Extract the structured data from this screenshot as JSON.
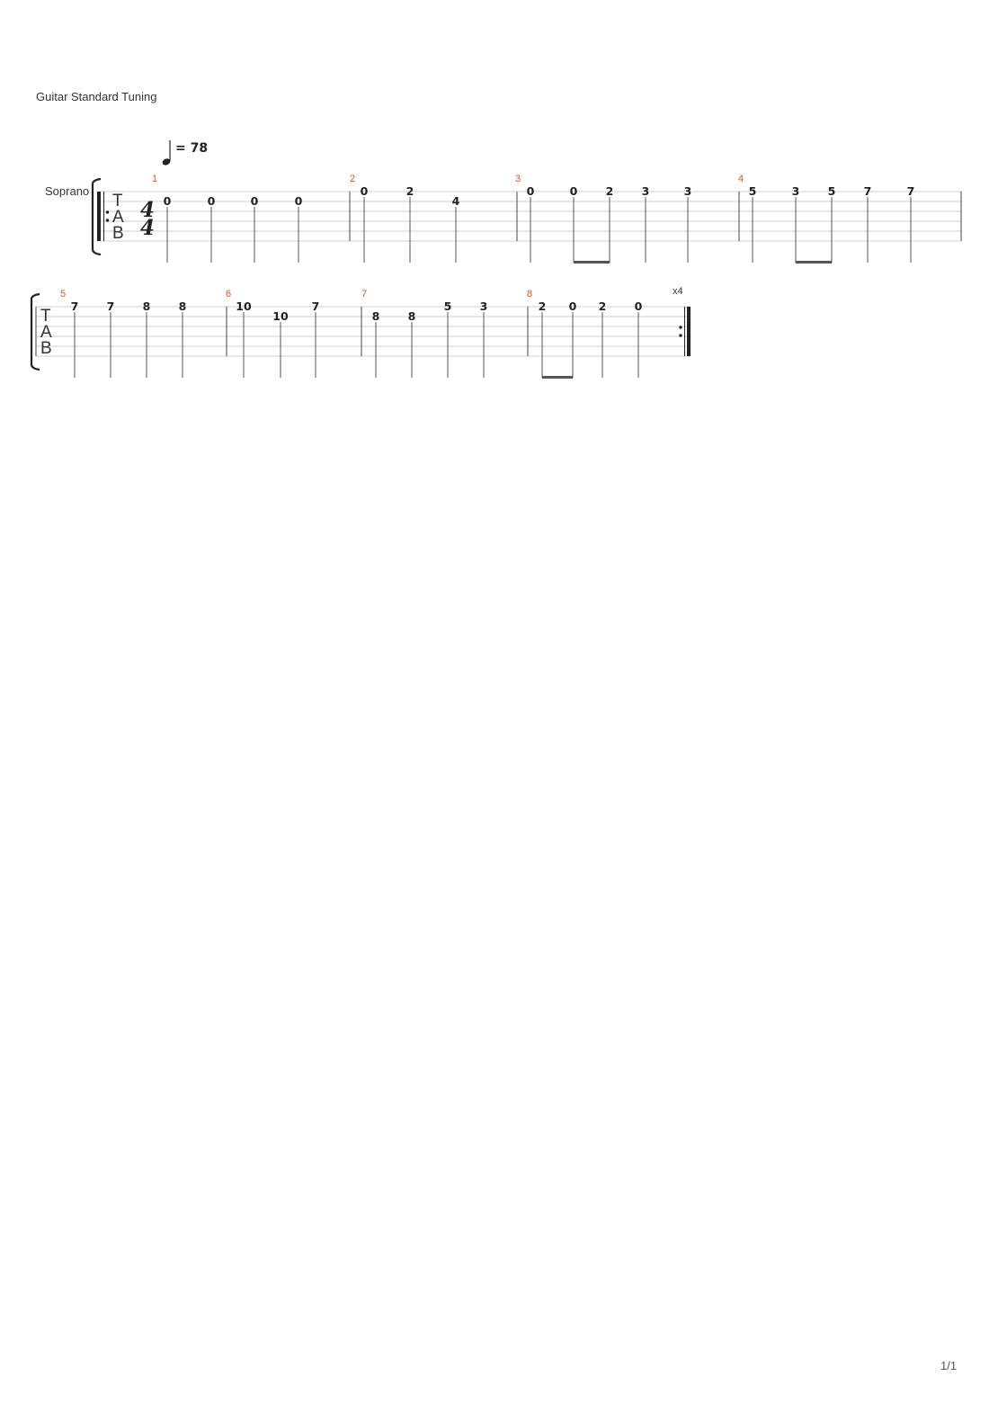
{
  "header": {
    "tuning": "Guitar Standard Tuning"
  },
  "tempo": {
    "symbol": "quarter-note",
    "value": "= 78"
  },
  "track": {
    "instrument": "Soprano"
  },
  "tab_clef": [
    "T",
    "A",
    "B"
  ],
  "time_signature": {
    "top": "4",
    "bottom": "4"
  },
  "repeat": {
    "count": "x4"
  },
  "measures": [
    {
      "number": "1",
      "notes": [
        "0",
        "0",
        "0",
        "0"
      ]
    },
    {
      "number": "2",
      "notes": [
        "0",
        "2",
        "4"
      ]
    },
    {
      "number": "3",
      "notes": [
        "0",
        "0",
        "2",
        "3",
        "3"
      ]
    },
    {
      "number": "4",
      "notes": [
        "5",
        "3",
        "5",
        "7",
        "7"
      ]
    },
    {
      "number": "5",
      "notes": [
        "7",
        "7",
        "8",
        "8"
      ]
    },
    {
      "number": "6",
      "notes": [
        "10",
        "10",
        "7"
      ]
    },
    {
      "number": "7",
      "notes": [
        "8",
        "8",
        "5",
        "3"
      ]
    },
    {
      "number": "8",
      "notes": [
        "2",
        "0",
        "2",
        "0"
      ]
    }
  ],
  "footer": {
    "page": "1/1"
  }
}
